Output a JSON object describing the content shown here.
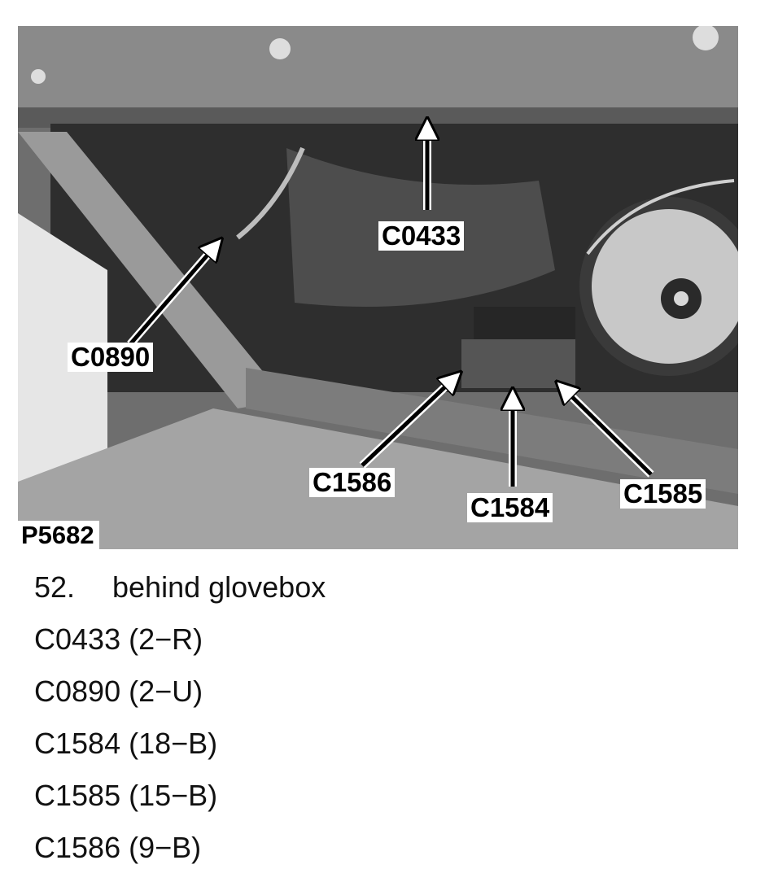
{
  "figure": {
    "id": "P5682",
    "callouts": {
      "c0433": "C0433",
      "c0890": "C0890",
      "c1586": "C1586",
      "c1584": "C1584",
      "c1585": "C1585"
    }
  },
  "caption": {
    "number": "52.",
    "title": "behind glovebox",
    "connectors": [
      "C0433 (2−R)",
      "C0890 (2−U)",
      "C1584 (18−B)",
      "C1585 (15−B)",
      "C1586 (9−B)"
    ]
  },
  "colors": {
    "callout_bg": "#ffffff",
    "arrow": "#000000",
    "photo_tone": "#6e6e6e"
  }
}
